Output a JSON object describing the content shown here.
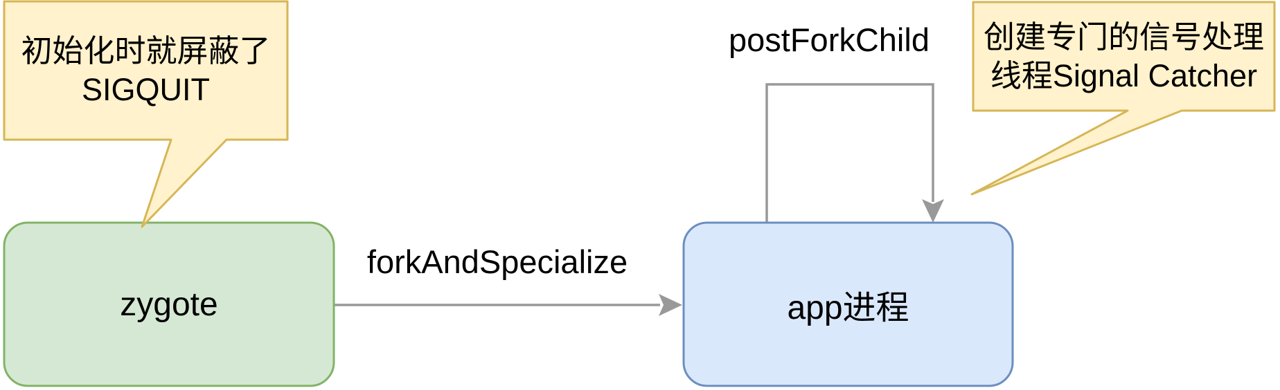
{
  "diagram": {
    "nodes": [
      {
        "id": "zygote",
        "label": "zygote",
        "fill": "#d5e8d4",
        "border": "#82b366"
      },
      {
        "id": "app-process",
        "label": "app进程",
        "fill": "#dae8fc",
        "border": "#6c8ebf"
      }
    ],
    "edges": [
      {
        "id": "fork",
        "label": "forkAndSpecialize",
        "from": "zygote",
        "to": "app-process",
        "color": "#999999"
      },
      {
        "id": "postfork",
        "label": "postForkChild",
        "from": "app-process",
        "to": "app-process",
        "color": "#999999"
      }
    ],
    "callouts": [
      {
        "id": "sigquit-note",
        "target": "zygote",
        "lines": [
          "初始化时就屏蔽了",
          "SIGQUIT"
        ],
        "fill": "#fff2cc",
        "border": "#d6b656"
      },
      {
        "id": "signal-catcher-note",
        "target": "app-process",
        "lines": [
          "创建专门的信号处理",
          "线程Signal Catcher"
        ],
        "fill": "#fff2cc",
        "border": "#d6b656"
      }
    ],
    "colors": {
      "background": "#ffffff",
      "text": "#000000",
      "arrow": "#999999"
    }
  }
}
